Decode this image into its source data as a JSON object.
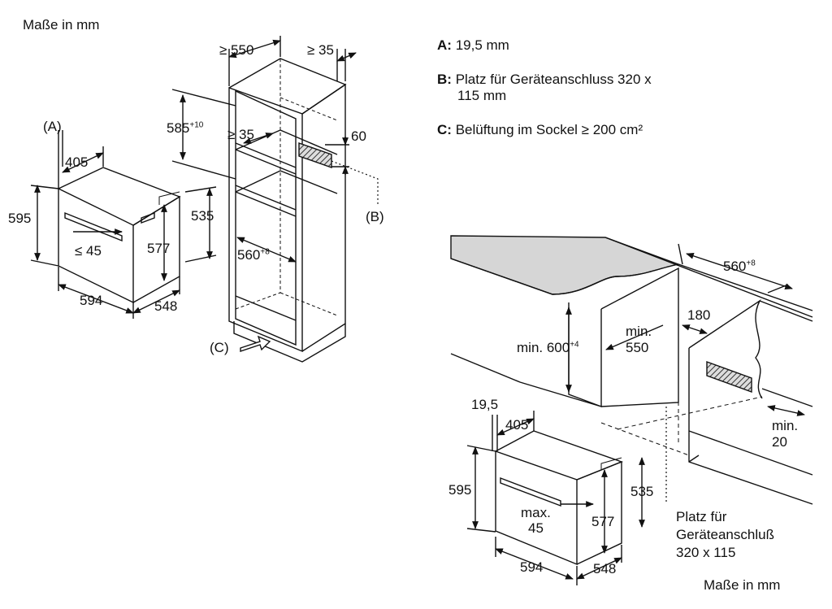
{
  "title_top": "Maße in mm",
  "title_bottom": "Maße in mm",
  "legend": [
    {
      "key": "A:",
      "text": "19,5 mm"
    },
    {
      "key": "B:",
      "text": "Platz für Geräteanschluss 320 x",
      "text2": "115 mm"
    },
    {
      "key": "C:",
      "text": "Belüftung im Sockel ≥ 200 cm²"
    }
  ],
  "left": {
    "label_a": "(A)",
    "depth_405": "405",
    "height_595": "595",
    "height_535": "535",
    "height_577": "577",
    "handle_45": "≤ 45",
    "width_594": "594",
    "depth_548": "548",
    "cab_550": "≥ 550",
    "cab_35": "≥ 35",
    "cab_585": "585",
    "cab_585_sup": "+10",
    "cab_inner_35": "≥ 35",
    "cab_60": "60",
    "cab_560": "560",
    "cab_560_sup": "+8",
    "label_b": "(B)",
    "label_c": "(C)"
  },
  "right": {
    "w560": "560",
    "w560_sup": "+8",
    "d180": "180",
    "min_550_a": "min.",
    "min_550_b": "550",
    "min_600": "min. 600",
    "min_600_sup": "+4",
    "v19_5": "19,5",
    "v405": "405",
    "v595": "595",
    "v535": "535",
    "v577": "577",
    "max_a": "max.",
    "max_b": "45",
    "v594": "594",
    "v548": "548",
    "min20_a": "min.",
    "min20_b": "20",
    "conn_1": "Platz für",
    "conn_2": "Geräteanschluß",
    "conn_3": "320 x 115"
  }
}
